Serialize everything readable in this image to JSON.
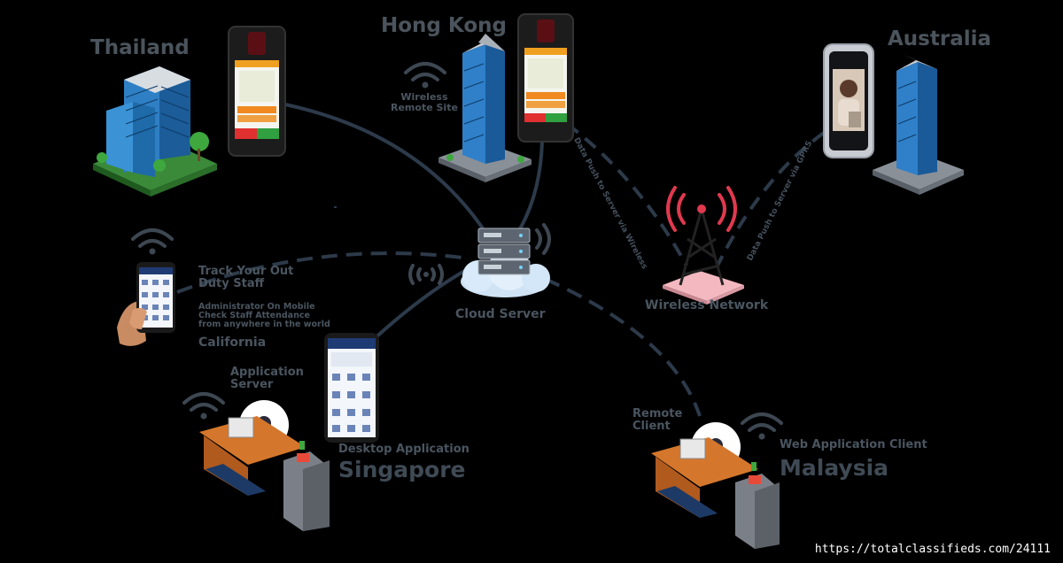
{
  "locations": {
    "thailand": "Thailand",
    "hong_kong": "Hong Kong",
    "australia": "Australia",
    "california": "California",
    "singapore": "Singapore",
    "malaysia": "Malaysia"
  },
  "labels": {
    "wireless_remote_site_line1": "Wireless",
    "wireless_remote_site_line2": "Remote Site",
    "cloud_server": "Cloud Server",
    "wireless_network": "Wireless Network",
    "track_line1": "Track Your Out",
    "track_line2": "Duty Staff",
    "admin_line1": "Administrator On Mobile",
    "admin_line2": "Check Staff Attendance",
    "admin_line3": "from anywhere in the world",
    "app_server_line1": "Application",
    "app_server_line2": "Server",
    "desktop_application": "Desktop Application",
    "remote_client_line1": "Remote",
    "remote_client_line2": "Client",
    "web_application_client": "Web Application Client",
    "push_wireless": "Data Push to Server via Wireless",
    "push_gprs": "Data Push to Server via GPRS"
  },
  "watermark": "https://totalclassifieds.com/24111",
  "colors": {
    "background": "#000000",
    "line": "#2c3a4a",
    "label": "#4a5560",
    "tower_signal": "#e0394f",
    "building_blue": "#2f7fc4",
    "cloud": "#cfe3f5"
  }
}
